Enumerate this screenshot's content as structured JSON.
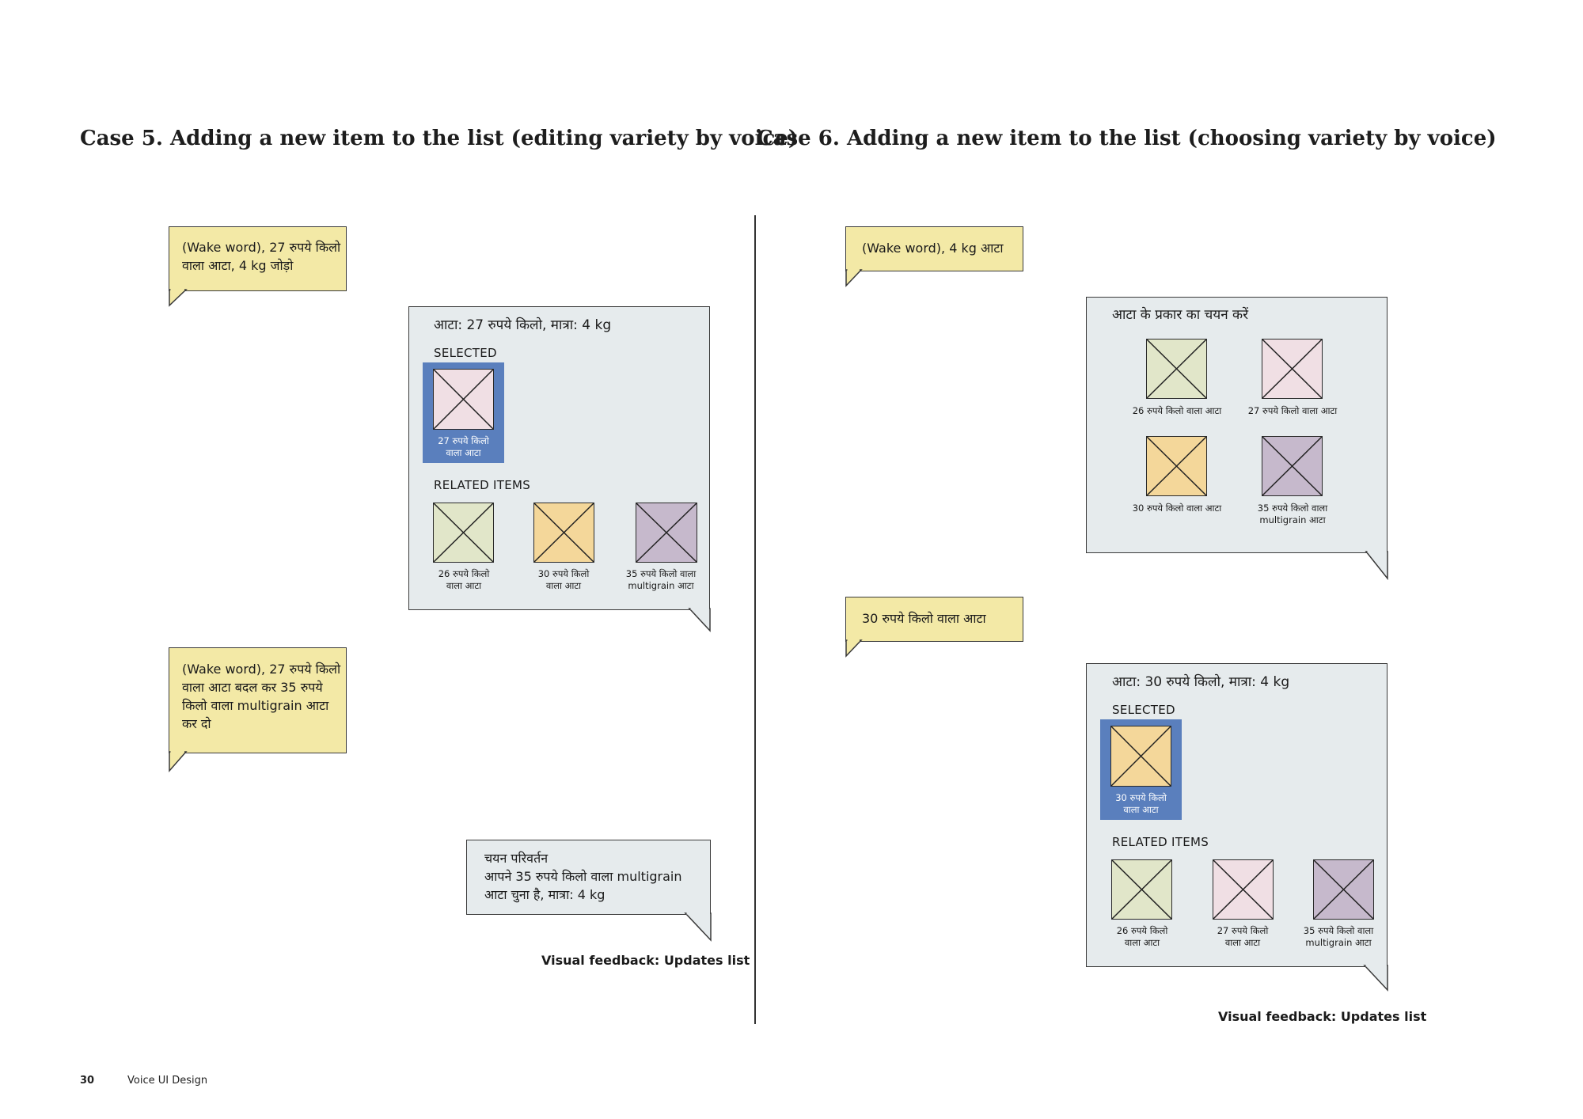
{
  "case5": {
    "title": "Case 5. Adding a new item to the list (editing variety by voice)",
    "user1": [
      "(Wake word), 27 रुपये किलो",
      "वाला आटा, 4 kg जोड़ो"
    ],
    "response1": {
      "header": "आटा: 27 रुपये किलो, मात्रा: 4 kg",
      "selected_label": "SELECTED",
      "selected_item": [
        "27 रुपये किलो",
        "वाला आटा"
      ],
      "related_label": "RELATED ITEMS",
      "related": [
        {
          "lines": [
            "26 रुपये किलो",
            "वाला आटा"
          ],
          "color": "#e1e6c9"
        },
        {
          "lines": [
            "30 रुपये किलो",
            "वाला आटा"
          ],
          "color": "#f4d79a"
        },
        {
          "lines": [
            "35 रुपये किलो वाला",
            "multigrain आटा"
          ],
          "color": "#c6b9cc"
        }
      ]
    },
    "user2": [
      "(Wake word), 27 रुपये किलो",
      "वाला आटा बदल कर 35 रुपये",
      "किलो वाला multigrain आटा",
      "कर दो"
    ],
    "response2": [
      "चयन परिवर्तन",
      "आपने 35 रुपये किलो वाला multigrain",
      "आटा चुना है, मात्रा: 4 kg"
    ],
    "feedback": "Visual feedback: Updates list"
  },
  "case6": {
    "title": "Case 6. Adding a new item to the list (choosing variety by voice)",
    "user1": [
      "(Wake word), 4 kg आटा"
    ],
    "response1": {
      "header": "आटा के प्रकार का चयन करें",
      "options": [
        {
          "lines": [
            "26 रुपये किलो वाला आटा"
          ],
          "color": "#e1e6c9"
        },
        {
          "lines": [
            "27 रुपये किलो वाला आटा"
          ],
          "color": "#f0dfe4"
        },
        {
          "lines": [
            "30 रुपये किलो वाला आटा"
          ],
          "color": "#f4d79a"
        },
        {
          "lines": [
            "35 रुपये किलो वाला",
            "multigrain आटा"
          ],
          "color": "#c6b9cc"
        }
      ]
    },
    "user2": [
      "30 रुपये किलो वाला आटा"
    ],
    "response2": {
      "header": "आटा: 30 रुपये किलो, मात्रा: 4 kg",
      "selected_label": "SELECTED",
      "selected_item": [
        "30 रुपये किलो",
        "वाला आटा"
      ],
      "related_label": "RELATED ITEMS",
      "related": [
        {
          "lines": [
            "26 रुपये किलो",
            "वाला आटा"
          ],
          "color": "#e1e6c9"
        },
        {
          "lines": [
            "27 रुपये किलो",
            "वाला आटा"
          ],
          "color": "#f0dfe4"
        },
        {
          "lines": [
            "35 रुपये किलो वाला",
            "multigrain आटा"
          ],
          "color": "#c6b9cc"
        }
      ]
    },
    "feedback": "Visual feedback: Updates list"
  },
  "footer": {
    "page_number": "30",
    "doc_title": "Voice UI Design"
  },
  "colors": {
    "user_bubble": "#f3e9a6",
    "system_bubble": "#e6ebed",
    "selected": "#5a7fbd",
    "selected_thumb_case5": "#f0dfe4",
    "selected_thumb_case6": "#f4d79a"
  }
}
